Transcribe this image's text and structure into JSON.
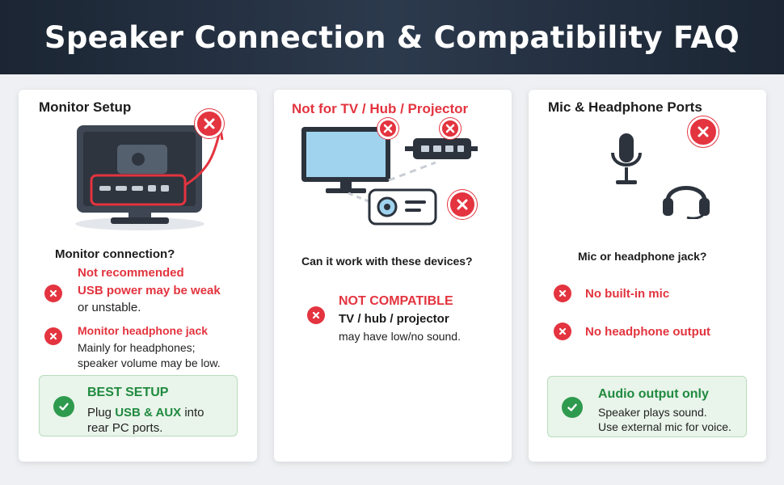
{
  "header": {
    "title": "Speaker Connection & Compatibility FAQ"
  },
  "card1": {
    "title": "Monitor Setup",
    "question": "Monitor connection?",
    "item1": {
      "title_line1": "Not recommended",
      "title_line2": "USB power may be weak",
      "desc": "or unstable."
    },
    "item2": {
      "title": "Monitor headphone jack",
      "desc_line1": "Mainly for headphones;",
      "desc_line2": "speaker volume may be low."
    },
    "best": {
      "title": "BEST SETUP",
      "line1_pre": "Plug ",
      "line1_strong": "USB & AUX",
      "line1_post": " into",
      "line2": "rear PC ports."
    }
  },
  "card2": {
    "title": "Not for TV / Hub / Projector",
    "question": "Can it work with these devices?",
    "item": {
      "title": "NOT COMPATIBLE",
      "subtitle": "TV / hub / projector",
      "desc": "may have low/no sound."
    }
  },
  "card3": {
    "title": "Mic & Headphone Ports",
    "question": "Mic or headphone jack?",
    "item1": "No built-in mic",
    "item2": "No headphone output",
    "ok": {
      "title": "Audio output only",
      "line1": "Speaker plays sound.",
      "line2": "Use external mic for voice."
    }
  },
  "colors": {
    "red": "#e3343f",
    "green": "#2e9a4e",
    "header": "#1b2533"
  },
  "icons": [
    "x-circle-icon",
    "check-circle-icon",
    "monitor-icon",
    "tv-icon",
    "usb-hub-icon",
    "projector-icon",
    "microphone-icon",
    "headset-icon"
  ]
}
